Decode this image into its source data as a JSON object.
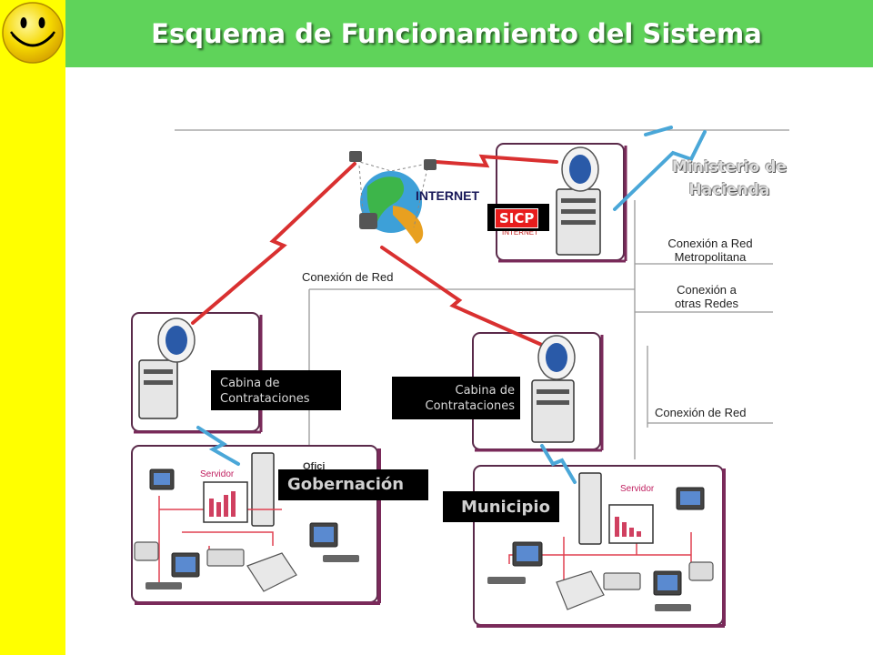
{
  "header": {
    "title": "Esquema de Funcionamiento del Sistema"
  },
  "diagram": {
    "internet_label": "INTERNET",
    "internet_sub": "INTERNET",
    "sicp_label": "SICP",
    "ministerio": "Ministerio de Hacienda",
    "conexion_red_top": "Conexión de Red",
    "conexion_metro": "Conexión a Red Metropolitana",
    "conexion_otras": "Conexión a otras Redes",
    "conexion_red_right": "Conexión de Red",
    "cabina_left": "Cabina de Contrataciones",
    "cabina_right": "Cabina de Contrataciones",
    "gobernacion": "Gobernación",
    "municipio": "Municipio",
    "servidor_left": "Servidor",
    "servidor_right": "Servidor",
    "oficina_fragment": "Ofici"
  },
  "colors": {
    "sidebar": "#ffff00",
    "header": "#5fd35a",
    "red_link": "#d93030",
    "blue_link": "#4aa7d8",
    "network_line": "#e04050",
    "panel_border": "#7a2a5a"
  }
}
